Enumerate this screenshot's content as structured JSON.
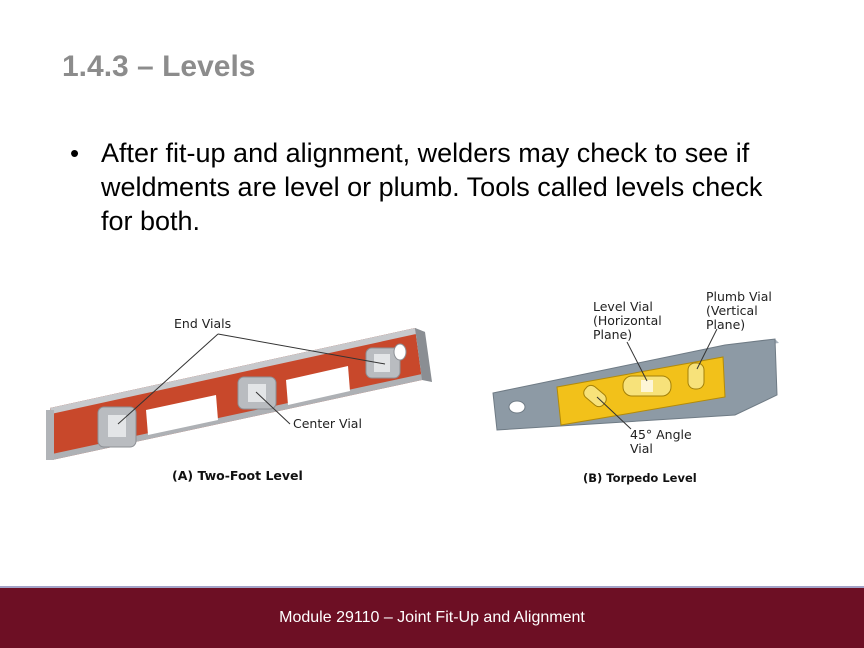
{
  "slide": {
    "title": "1.4.3 – Levels",
    "bullets": [
      {
        "marker": "•",
        "lines": [
          "After fit-up and alignment, welders may check to see if",
          "weldments are level or plumb. Tools called levels check",
          "for both."
        ]
      }
    ]
  },
  "figure_a": {
    "label_end_vials": "End Vials",
    "label_center_vial": "Center Vial",
    "caption": "(A) Two-Foot Level",
    "colors": {
      "frame": "#c8482b",
      "vial_housing": "#b9bcc0"
    }
  },
  "figure_b": {
    "label_level_vial": [
      "Level Vial",
      "(Horizontal",
      "Plane)"
    ],
    "label_plumb_vial": [
      "Plumb Vial",
      "(Vertical",
      "Plane)"
    ],
    "label_45_vial": [
      "45° Angle",
      "Vial"
    ],
    "caption": "(B) Torpedo Level",
    "colors": {
      "body": "#8d9aa5",
      "insert": "#f2c11a"
    }
  },
  "footer": {
    "text": "Module 29110 – Joint Fit-Up and Alignment",
    "color": "#6d0f24"
  }
}
